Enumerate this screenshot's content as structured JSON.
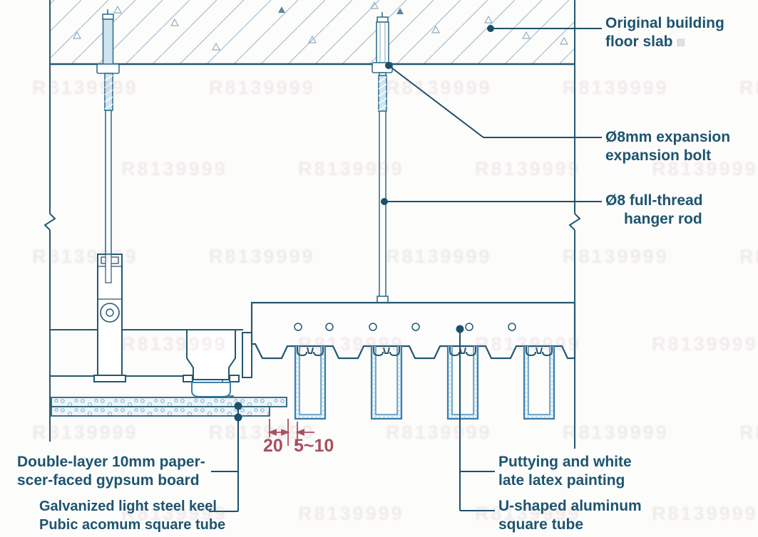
{
  "labels": {
    "slab": {
      "line1": "Original building",
      "line2": "floor slab"
    },
    "expansion_bolt": {
      "line1": "Ø8mm expansion",
      "line2": "expansion bolt"
    },
    "hanger_rod": {
      "line1": "Ø8 full-thread",
      "line2": "hanger rod"
    },
    "gypsum_board": {
      "line1": "Double-layer 10mm paper-",
      "line2": "scer-faced gypsum board"
    },
    "steel_keel": {
      "line1": "Galvanized light steel keel"
    },
    "square_tube_keel": {
      "line1": "Pubic acomum square tube"
    },
    "puttying": {
      "line1": "Puttying and white",
      "line2": "late latex painting"
    },
    "u_tube": {
      "line1": "U-shaped aluminum",
      "line2": "square tube"
    }
  },
  "dimensions": {
    "board_step": "20",
    "gap": "5~10"
  },
  "icons": {
    "slab_material_icon": "▤"
  },
  "watermark": {
    "text": "R8139999"
  },
  "colors": {
    "line": "#24586f",
    "accent_blue": "#3a80ab",
    "light_fill": "#cfe5f2",
    "label_text": "#1d5470",
    "dimension": "#a6505d",
    "watermark": "#b2808f"
  }
}
